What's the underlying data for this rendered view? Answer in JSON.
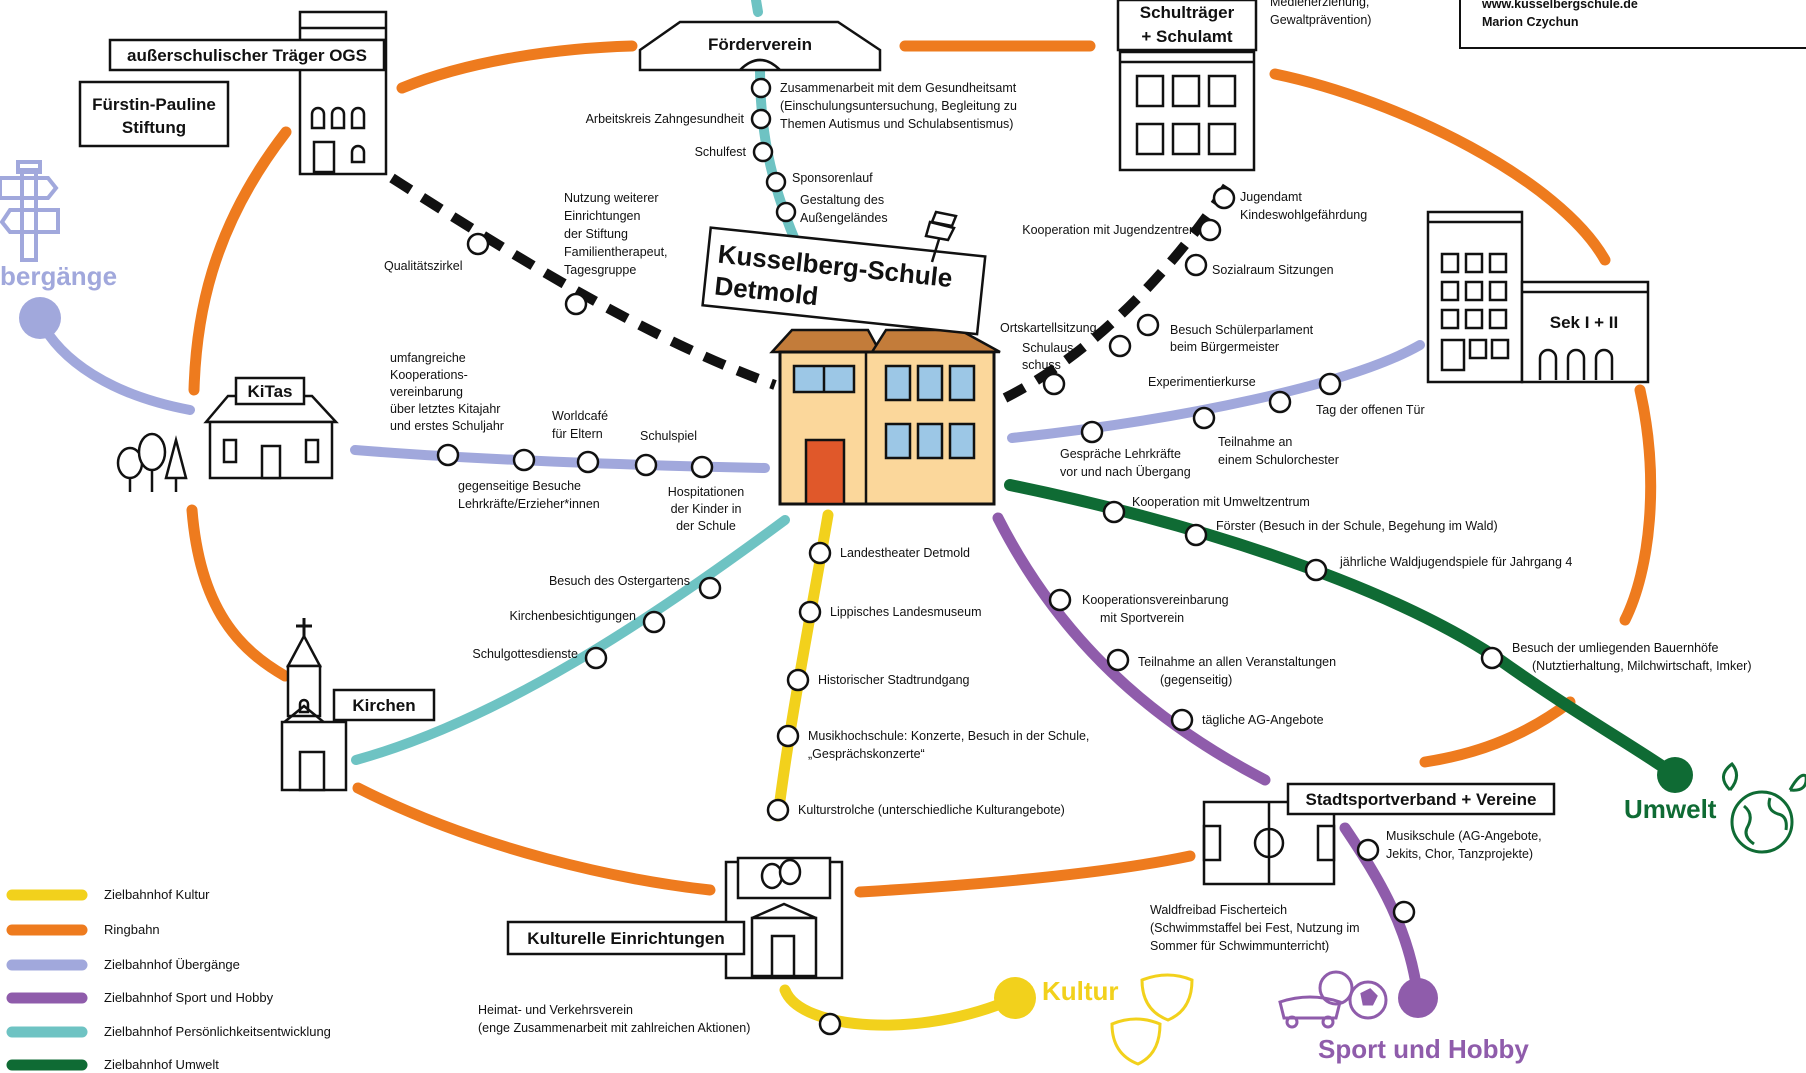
{
  "colors": {
    "kultur": "#f2d11c",
    "ring": "#ee7b1e",
    "uebergaenge": "#a1a8dc",
    "sport": "#8f5cab",
    "persoenlichkeit": "#6ec3c3",
    "umwelt": "#0f6b34",
    "dashed": "#111111"
  },
  "school": {
    "title_line1": "Kusselberg-Schule",
    "title_line2": "Detmold"
  },
  "nodes": {
    "foerderverein": "Förderverein",
    "traeger_ogs": "außerschulischer Träger OGS",
    "stiftung_line1": "Fürstin-Pauline",
    "stiftung_line2": "Stiftung",
    "schultraeger_line1": "Schulträger",
    "schultraeger_line2": "+ Schulamt",
    "kitas": "KiTas",
    "kirchen": "Kirchen",
    "kulturelle": "Kulturelle Einrichtungen",
    "stadtsport": "Stadtsportverband + Vereine",
    "sek": "Sek I + II"
  },
  "top_right": {
    "media_line1": "Medienerziehung,",
    "media_line2": "Gewaltprävention)",
    "web": "www.kusselbergschule.de",
    "name": "Marion Czychun"
  },
  "terminals": {
    "uebergaenge": "bergänge",
    "umwelt": "Umwelt",
    "kultur": "Kultur",
    "sport": "Sport und Hobby"
  },
  "stops": {
    "gesundheitsamt_1": "Zusammenarbeit mit dem Gesundheitsamt",
    "gesundheitsamt_2": "(Einschulungsuntersuchung, Begleitung zu",
    "gesundheitsamt_3": "Themen Autismus und Schulabsentismus)",
    "zahngesundheit": "Arbeitskreis Zahngesundheit",
    "schulfest": "Schulfest",
    "sponsorenlauf": "Sponsorenlauf",
    "aussengelaende_1": "Gestaltung des",
    "aussengelaende_2": "Außengeländes",
    "qualitaetszirkel": "Qualitätszirkel",
    "nutzung_1": "Nutzung weiterer",
    "nutzung_2": "Einrichtungen",
    "nutzung_3": "der Stiftung",
    "nutzung_4": "Familientherapeut,",
    "nutzung_5": "Tagesgruppe",
    "jugendamt_1": "Jugendamt",
    "jugendamt_2": "Kindeswohlgefährdung",
    "jugendzentren": "Kooperation mit Jugendzentren",
    "sozialraum": "Sozialraum Sitzungen",
    "schuelerparlament_1": "Besuch Schülerparlament",
    "schuelerparlament_2": "beim Bürgermeister",
    "ortskartell": "Ortskartellsitzung",
    "schulausschuss_1": "Schulaus-",
    "schulausschuss_2": "schuss",
    "kita_koop_1": "umfangreiche",
    "kita_koop_2": "Kooperations-",
    "kita_koop_3": "vereinbarung",
    "kita_koop_4": "über letztes Kitajahr",
    "kita_koop_5": "und erstes Schuljahr",
    "worldcafe_1": "Worldcafé",
    "worldcafe_2": "für Eltern",
    "schulspiel": "Schulspiel",
    "besuche_1": "gegenseitige Besuche",
    "besuche_2": "Lehrkräfte/Erzieher*innen",
    "hospitation_1": "Hospitationen",
    "hospitation_2": "der Kinder in",
    "hospitation_3": "der Schule",
    "experimentierkurse": "Experimentierkurse",
    "offene_tuer": "Tag der offenen Tür",
    "gespraeche_1": "Gespräche Lehrkräfte",
    "gespraeche_2": "vor und nach Übergang",
    "orchester_1": "Teilnahme an",
    "orchester_2": "einem Schulorchester",
    "umweltzentrum": "Kooperation mit Umweltzentrum",
    "foerster": "Förster (Besuch in der Schule, Begehung im Wald)",
    "waldjugendspiele": "jährliche Waldjugendspiele für Jahrgang 4",
    "bauernhoefe_1": "Besuch der umliegenden Bauernhöfe",
    "bauernhoefe_2": "(Nutztierhaltung, Milchwirtschaft, Imker)",
    "sportverein_1": "Kooperationsvereinbarung",
    "sportverein_2": "mit Sportverein",
    "veranstaltungen_1": "Teilnahme an allen Veranstaltungen",
    "veranstaltungen_2": "(gegenseitig)",
    "ag_angebote": "tägliche AG-Angebote",
    "musikschule_1": "Musikschule (AG-Angebote,",
    "musikschule_2": "Jekits, Chor, Tanzprojekte)",
    "waldfreibad_1": "Waldfreibad Fischerteich",
    "waldfreibad_2": "(Schwimmstaffel bei Fest, Nutzung im",
    "waldfreibad_3": "Sommer für Schwimmunterricht)",
    "landestheater": "Landestheater Detmold",
    "landesmuseum": "Lippisches Landesmuseum",
    "stadtrundgang": "Historischer Stadtrundgang",
    "musikhochschule_1": "Musikhochschule: Konzerte, Besuch in der Schule,",
    "musikhochschule_2": "„Gesprächskonzerte“",
    "kulturstrolche": "Kulturstrolche (unterschiedliche Kulturangebote)",
    "heimatverein_1": "Heimat- und Verkehrsverein",
    "heimatverein_2": "(enge Zusammenarbeit mit zahlreichen Aktionen)",
    "ostergarten": "Besuch des Ostergartens",
    "kirchenbesichtigungen": "Kirchenbesichtigungen",
    "schulgottesdienste": "Schulgottesdienste"
  },
  "legend": [
    {
      "label": "Zielbahnhof Kultur",
      "color": "#f2d11c"
    },
    {
      "label": "Ringbahn",
      "color": "#ee7b1e"
    },
    {
      "label": "Zielbahnhof Übergänge",
      "color": "#a1a8dc"
    },
    {
      "label": "Zielbahnhof Sport und Hobby",
      "color": "#8f5cab"
    },
    {
      "label": "Zielbahnhof Persönlichkeitsentwicklung",
      "color": "#6ec3c3"
    },
    {
      "label": "Zielbahnhof Umwelt",
      "color": "#0f6b34"
    }
  ],
  "icons": [
    "signpost-icon",
    "trees-icon",
    "push-pin-icon",
    "theatre-masks-icon",
    "globe-leaves-icon",
    "sports-balls-icon",
    "soccer-field-icon"
  ]
}
